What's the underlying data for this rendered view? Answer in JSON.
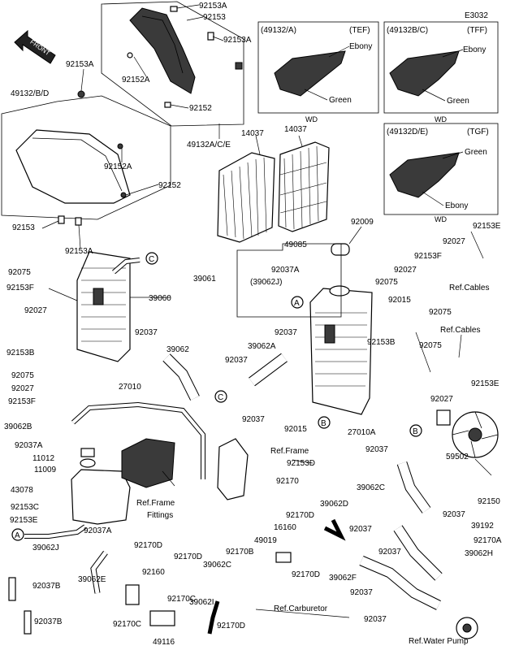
{
  "diagram_code": "E3032",
  "front_label": "FRONT",
  "shroud_variants": [
    {
      "code": "(49132/A)",
      "model": "(TEF)",
      "top_color": "Ebony",
      "bottom_color": "Green",
      "note": "WD"
    },
    {
      "code": "(49132B/C)",
      "model": "(TFF)",
      "top_color": "Ebony",
      "bottom_color": "Green",
      "note": "WD"
    },
    {
      "code": "(49132D/E)",
      "model": "(TGF)",
      "top_color": "Green",
      "bottom_color": "Ebony",
      "note": "WD"
    }
  ],
  "callouts": {
    "A": "A",
    "B": "B",
    "C": "C"
  },
  "labels": [
    {
      "id": "l1",
      "text": "92153A"
    },
    {
      "id": "l2",
      "text": "92153"
    },
    {
      "id": "l3",
      "text": "92153A"
    },
    {
      "id": "l4",
      "text": "92152A"
    },
    {
      "id": "l5",
      "text": "92152"
    },
    {
      "id": "l6",
      "text": "92153A"
    },
    {
      "id": "l7",
      "text": "49132/B/D"
    },
    {
      "id": "l8",
      "text": "92152A"
    },
    {
      "id": "l9",
      "text": "92152"
    },
    {
      "id": "l10",
      "text": "92153"
    },
    {
      "id": "l11",
      "text": "92153A"
    },
    {
      "id": "l12",
      "text": "49132A/C/E"
    },
    {
      "id": "l13",
      "text": "14037"
    },
    {
      "id": "l14",
      "text": "14037"
    },
    {
      "id": "l15",
      "text": "92009"
    },
    {
      "id": "l16",
      "text": "49085"
    },
    {
      "id": "l17",
      "text": "39061"
    },
    {
      "id": "l18",
      "text": "92037A"
    },
    {
      "id": "l19",
      "text": "(39062J)"
    },
    {
      "id": "l20",
      "text": "92027"
    },
    {
      "id": "l21",
      "text": "92153F"
    },
    {
      "id": "l22",
      "text": "92027"
    },
    {
      "id": "l23",
      "text": "92153E"
    },
    {
      "id": "l24",
      "text": "Ref.Cables"
    },
    {
      "id": "l25",
      "text": "92075"
    },
    {
      "id": "l26",
      "text": "92075"
    },
    {
      "id": "l27",
      "text": "92015"
    },
    {
      "id": "l28",
      "text": "92153B"
    },
    {
      "id": "l29",
      "text": "Ref.Cables"
    },
    {
      "id": "l30",
      "text": "92075"
    },
    {
      "id": "l31",
      "text": "92153E"
    },
    {
      "id": "l32",
      "text": "92027"
    },
    {
      "id": "l33",
      "text": "92075"
    },
    {
      "id": "l34",
      "text": "92153F"
    },
    {
      "id": "l35",
      "text": "92027"
    },
    {
      "id": "l36",
      "text": "39060"
    },
    {
      "id": "l37",
      "text": "92153B"
    },
    {
      "id": "l38",
      "text": "92037"
    },
    {
      "id": "l39",
      "text": "39062"
    },
    {
      "id": "l40",
      "text": "92037"
    },
    {
      "id": "l41",
      "text": "39062A"
    },
    {
      "id": "l42",
      "text": "92037"
    },
    {
      "id": "l43",
      "text": "92075"
    },
    {
      "id": "l44",
      "text": "92027"
    },
    {
      "id": "l45",
      "text": "92153F"
    },
    {
      "id": "l46",
      "text": "27010"
    },
    {
      "id": "l47",
      "text": "92037"
    },
    {
      "id": "l48",
      "text": "92015"
    },
    {
      "id": "l49",
      "text": "27010A"
    },
    {
      "id": "l50",
      "text": "39062B"
    },
    {
      "id": "l51",
      "text": "92037A"
    },
    {
      "id": "l52",
      "text": "11012"
    },
    {
      "id": "l53",
      "text": "11009"
    },
    {
      "id": "l54",
      "text": "43078"
    },
    {
      "id": "l55",
      "text": "92153C"
    },
    {
      "id": "l56",
      "text": "92153E"
    },
    {
      "id": "l57",
      "text": "92037A"
    },
    {
      "id": "l58",
      "text": "Ref.Frame"
    },
    {
      "id": "l59",
      "text": "Fittings"
    },
    {
      "id": "l60",
      "text": "Ref.Frame"
    },
    {
      "id": "l61",
      "text": "92153D"
    },
    {
      "id": "l62",
      "text": "92170"
    },
    {
      "id": "l63",
      "text": "92037"
    },
    {
      "id": "l64",
      "text": "59502"
    },
    {
      "id": "l65",
      "text": "39062C"
    },
    {
      "id": "l66",
      "text": "92150"
    },
    {
      "id": "l67",
      "text": "92037"
    },
    {
      "id": "l68",
      "text": "39192"
    },
    {
      "id": "l69",
      "text": "92170A"
    },
    {
      "id": "l70",
      "text": "39062J"
    },
    {
      "id": "l71",
      "text": "92170D"
    },
    {
      "id": "l72",
      "text": "39062D"
    },
    {
      "id": "l73",
      "text": "16160"
    },
    {
      "id": "l74",
      "text": "92170D"
    },
    {
      "id": "l75",
      "text": "49019"
    },
    {
      "id": "l76",
      "text": "92170B"
    },
    {
      "id": "l77",
      "text": "92170D"
    },
    {
      "id": "l78",
      "text": "39062C"
    },
    {
      "id": "l79",
      "text": "92037"
    },
    {
      "id": "l80",
      "text": "92037"
    },
    {
      "id": "l81",
      "text": "39062H"
    },
    {
      "id": "l82",
      "text": "92037B"
    },
    {
      "id": "l83",
      "text": "39062E"
    },
    {
      "id": "l84",
      "text": "92160"
    },
    {
      "id": "l85",
      "text": "92170D"
    },
    {
      "id": "l86",
      "text": "39062F"
    },
    {
      "id": "l87",
      "text": "92037B"
    },
    {
      "id": "l88",
      "text": "92170C"
    },
    {
      "id": "l89",
      "text": "92170C"
    },
    {
      "id": "l90",
      "text": "39062I"
    },
    {
      "id": "l91",
      "text": "Ref.Carburetor"
    },
    {
      "id": "l92",
      "text": "92037"
    },
    {
      "id": "l93",
      "text": "49116"
    },
    {
      "id": "l94",
      "text": "92170D"
    },
    {
      "id": "l95",
      "text": "92037"
    },
    {
      "id": "l96",
      "text": "Ref.Water Pump"
    }
  ]
}
